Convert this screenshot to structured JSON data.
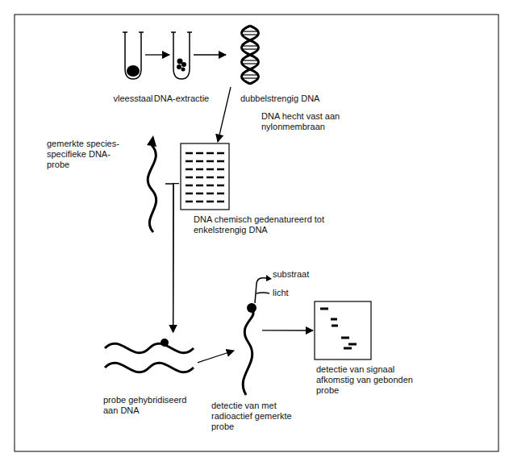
{
  "diagram": {
    "nodes": [
      {
        "text": [
          "vleesstaal"
        ]
      },
      {
        "text": [
          "DNA-extractie"
        ]
      },
      {
        "text": [
          "dubbelstrengig DNA"
        ]
      },
      {
        "text": [
          "DNA chemisch gedenatureerd tot enkelstrengig DNA"
        ]
      },
      {
        "text": [
          "gemerkte species-specifieke DNA-probe"
        ]
      },
      {
        "text": [
          "probe gehybridiseerd aan DNA"
        ]
      },
      {
        "text": [
          "detectie van met radioactief gemerkte probe"
        ]
      },
      {
        "text": [
          "detectie van signaal afkomstig van gebonden probe"
        ]
      }
    ],
    "edges": [
      {
        "from": 0,
        "to": 1,
        "arrow": "to"
      },
      {
        "from": 1,
        "to": 2,
        "arrow": "to"
      },
      {
        "from": 2,
        "to": 3,
        "label": "DNA hecht vast aan nylonmembraan",
        "arrow": "to"
      },
      {
        "from": 3,
        "to": 5,
        "arrow": "to"
      },
      {
        "from": 4,
        "to": 5,
        "arrow": "to"
      },
      {
        "from": 5,
        "to": 6,
        "arrow": "to"
      },
      {
        "from": 6,
        "to": 7,
        "arrow": "to"
      }
    ],
    "labels": [
      "substraat",
      "licht"
    ]
  }
}
